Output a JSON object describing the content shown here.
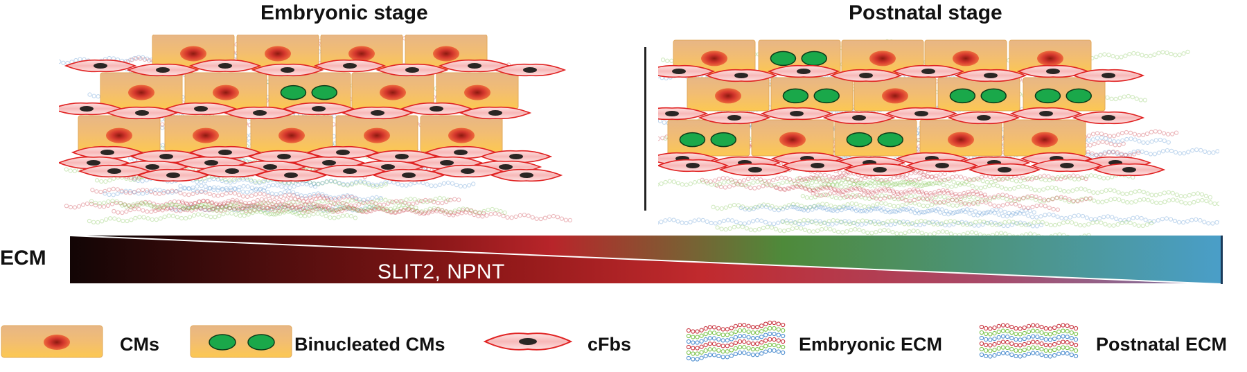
{
  "titles": {
    "embryonic": "Embryonic stage",
    "postnatal": "Postnatal stage"
  },
  "ecm_bar": {
    "label": "ECM",
    "molecules": "SLIT2, NPNT",
    "gradient_colors": [
      "#000000",
      "#7a1212",
      "#b8252a",
      "#4e8a3a",
      "#4a9ec8"
    ]
  },
  "legend": [
    {
      "label": "CMs",
      "icon": "cardiomyocyte-icon"
    },
    {
      "label": "Binucleated CMs",
      "icon": "binucleated-cardiomyocyte-icon"
    },
    {
      "label": "cFbs",
      "icon": "fibroblast-icon"
    },
    {
      "label": "Embryonic ECM",
      "icon": "embryonic-ecm-icon"
    },
    {
      "label": "Postnatal ECM",
      "icon": "postnatal-ecm-icon"
    }
  ],
  "colors": {
    "cm_fill": "#f2bd72",
    "nucleus": "#d2352c",
    "binucleus": "#1aa84a",
    "fibroblast_outline": "#e02222",
    "fiber_red": "#c8323c",
    "fiber_green": "#7cc24a",
    "fiber_blue": "#4f8fd0"
  }
}
